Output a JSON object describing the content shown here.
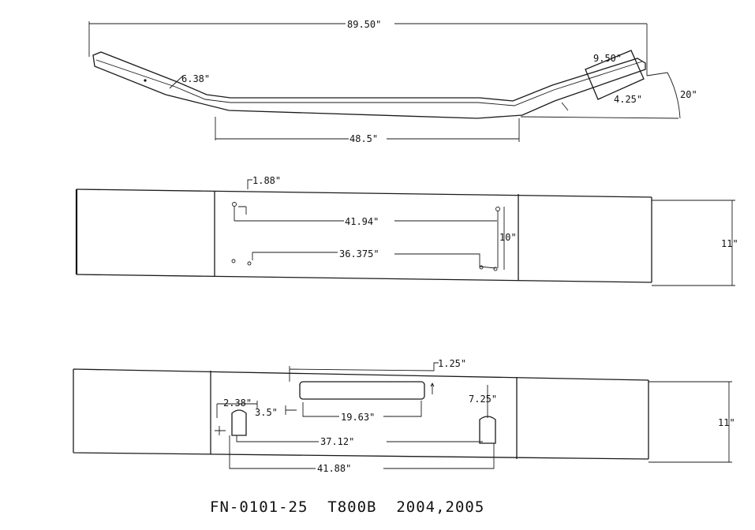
{
  "side_view": {
    "overall_length": "89.50\"",
    "end_offset": "9.50\"",
    "angle_front": "6.38\"",
    "drop": "4.25\"",
    "angle": "20\"",
    "center_length": "48.5\""
  },
  "top_view": {
    "hole_offset": "1.88\"",
    "hole_spacing_a": "41.94\"",
    "hole_spacing_b": "36.375\"",
    "hole_height": "10\"",
    "frame_height": "11\""
  },
  "bottom_view": {
    "slot_offset": "1.25\"",
    "edge_offset": "2.38\"",
    "slot_inset": "3.5\"",
    "slot_length": "19.63\"",
    "slot_height": "7.25\"",
    "hole_spacing_a": "37.12\"",
    "hole_spacing_b": "41.88\"",
    "frame_height": "11\""
  },
  "caption": "FN-0101-25  T800B  2004,2005"
}
